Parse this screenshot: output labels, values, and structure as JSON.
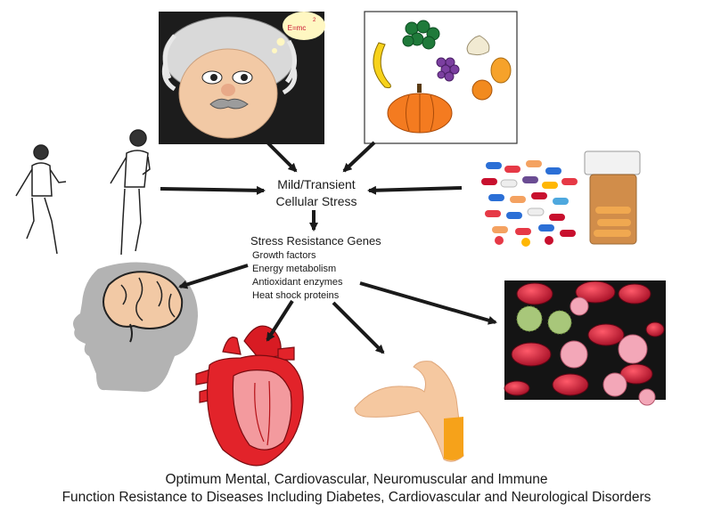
{
  "center": {
    "line1": "Mild/Transient",
    "line2": "Cellular Stress"
  },
  "genes": {
    "title": "Stress Resistance Genes",
    "items": [
      "Growth factors",
      "Energy metabolism",
      "Antioxidant enzymes",
      "Heat shock proteins"
    ]
  },
  "thought_bubble": {
    "formula": "E=mc",
    "exponent": "2"
  },
  "caption": {
    "line1": "Optimum Mental, Cardiovascular, Neuromuscular and Immune",
    "line2": "Function Resistance to Diseases Including Diabetes, Cardiovascular and Neurological Disorders"
  },
  "colors": {
    "arrow": "#1a1a1a",
    "panel_dark": "#1c1c1c",
    "skin": "#f5c8a0",
    "heart_red": "#e2232a",
    "blood_cell": "#c8102e",
    "brain_gray": "#b3b3b3",
    "pumpkin": "#f47b20"
  }
}
